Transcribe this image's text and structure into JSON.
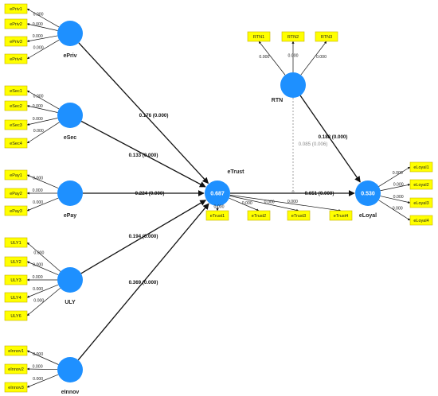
{
  "colors": {
    "construct_fill": "#1e90ff",
    "indicator_fill": "#ffff00",
    "indicator_stroke": "#c8b400",
    "arrow": "#111111",
    "moderator_arrow": "#8a8a8a"
  },
  "constructs": {
    "ePriv": {
      "label": "ePriv",
      "value": ""
    },
    "eSec": {
      "label": "eSec",
      "value": ""
    },
    "ePay": {
      "label": "ePay",
      "value": ""
    },
    "ULY": {
      "label": "ULY",
      "value": ""
    },
    "eInnov": {
      "label": "eInnov",
      "value": ""
    },
    "eTrust": {
      "label": "eTrust",
      "value": "0.687"
    },
    "eLoyal": {
      "label": "eLoyal",
      "value": "0.530"
    },
    "RTN": {
      "label": "RTN",
      "value": ""
    }
  },
  "indicators": {
    "ePriv": [
      {
        "label": "ePriv1",
        "loading": "0.000"
      },
      {
        "label": "ePriv2",
        "loading": "0.000"
      },
      {
        "label": "ePriv3",
        "loading": "0.000"
      },
      {
        "label": "ePriv4",
        "loading": "0.000"
      }
    ],
    "eSec": [
      {
        "label": "eSec1",
        "loading": "0.000"
      },
      {
        "label": "eSec2",
        "loading": "0.000"
      },
      {
        "label": "eSec3",
        "loading": "0.000"
      },
      {
        "label": "eSec4",
        "loading": "0.000"
      }
    ],
    "ePay": [
      {
        "label": "ePay1",
        "loading": "0.000"
      },
      {
        "label": "ePay2",
        "loading": "0.000"
      },
      {
        "label": "ePay3",
        "loading": "0.000"
      }
    ],
    "ULY": [
      {
        "label": "ULY1",
        "loading": "0.000"
      },
      {
        "label": "ULY2",
        "loading": "0.000"
      },
      {
        "label": "ULY3",
        "loading": "0.000"
      },
      {
        "label": "ULY4",
        "loading": "0.000"
      },
      {
        "label": "ULY6",
        "loading": "0.000"
      }
    ],
    "eInnov": [
      {
        "label": "eInnov1",
        "loading": "0.000"
      },
      {
        "label": "eInnov2",
        "loading": "0.000"
      },
      {
        "label": "eInnov3",
        "loading": "0.000"
      }
    ],
    "eTrust": [
      {
        "label": "eTrust1",
        "loading": "0.000"
      },
      {
        "label": "eTrust2",
        "loading": "0.000"
      },
      {
        "label": "eTrust3",
        "loading": "0.000"
      },
      {
        "label": "eTrust4",
        "loading": "0.000"
      }
    ],
    "eLoyal": [
      {
        "label": "eLoyal1",
        "loading": "0.000"
      },
      {
        "label": "eLoyal2",
        "loading": "0.000"
      },
      {
        "label": "eLoyal3",
        "loading": "0.000"
      },
      {
        "label": "eLoyal4",
        "loading": "0.000"
      }
    ],
    "RTN": [
      {
        "label": "RTN1",
        "loading": "0.000"
      },
      {
        "label": "RTN2",
        "loading": "0.000"
      },
      {
        "label": "RTN3",
        "loading": "0.000"
      }
    ]
  },
  "paths": {
    "ePriv_eTrust": "0.176 (0.000)",
    "eSec_eTrust": "0.133 (0.000)",
    "ePay_eTrust": "0.224 (0.000)",
    "ULY_eTrust": "0.194 (0.000)",
    "eInnov_eTrust": "0.369 (0.000)",
    "eTrust_eLoyal": "0.651 (0.000)",
    "RTN_eLoyal": "0.188 (0.000)",
    "RTN_moderation": "0.085 (0.006)"
  }
}
